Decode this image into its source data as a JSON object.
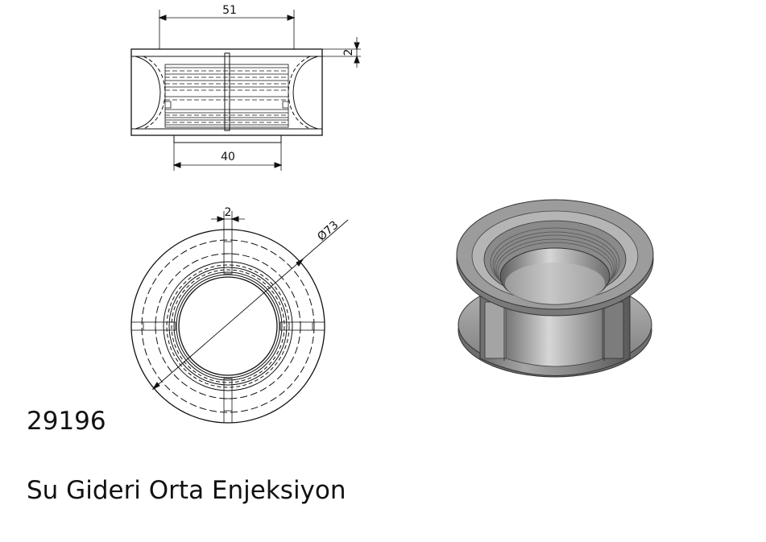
{
  "dimensions": {
    "top_width": "51",
    "bottom_width": "40",
    "flange_thickness": "2",
    "slot_width": "2",
    "diameter": "Ø73"
  },
  "part": {
    "number": "29196",
    "name": "Su Gideri Orta Enjeksiyon"
  },
  "colors": {
    "line": "#111111",
    "render_body": "#8d8d8d",
    "render_light": "#cfcfcf",
    "render_dark": "#5e5e5e"
  }
}
